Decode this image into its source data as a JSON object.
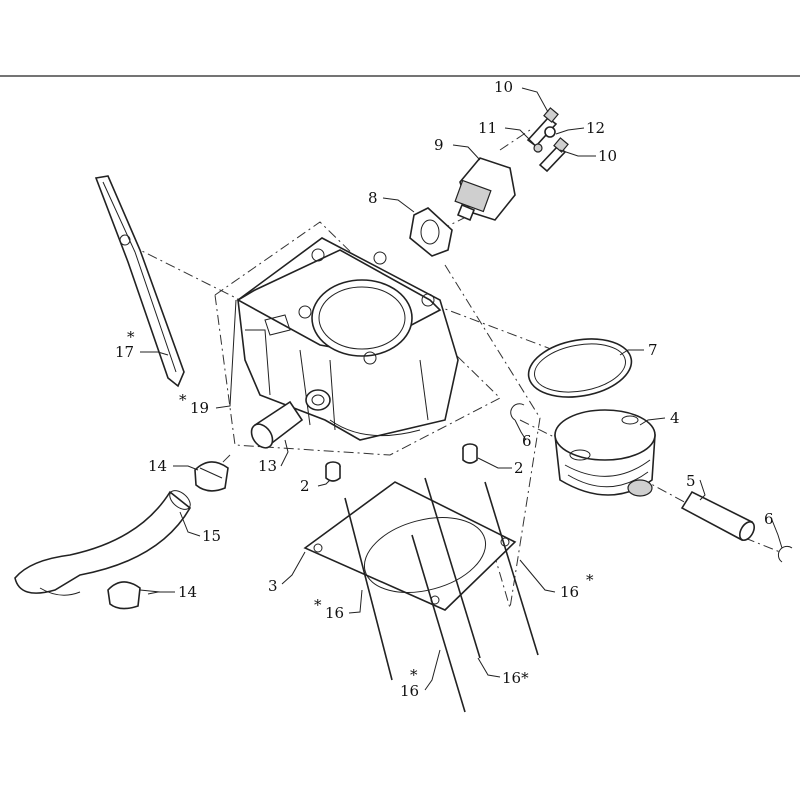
{
  "labels": {
    "l2a": "2",
    "l2b": "2",
    "l3": "3",
    "l4": "4",
    "l5": "5",
    "l6a": "6",
    "l6b": "6",
    "l7": "7",
    "l8": "8",
    "l9": "9",
    "l10a": "10",
    "l10b": "10",
    "l11": "11",
    "l12": "12",
    "l13": "13",
    "l14a": "14",
    "l14b": "14",
    "l15": "15",
    "l16a": "16",
    "l16b": "16",
    "l16c": "16",
    "l16d": "16*",
    "l17": "17",
    "l19": "19",
    "star": "*"
  }
}
